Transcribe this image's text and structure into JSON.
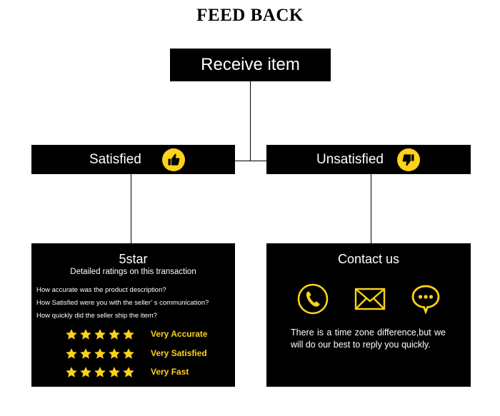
{
  "title": "FEED BACK",
  "root": {
    "label": "Receive item"
  },
  "satisfied": {
    "label": "Satisfied",
    "icon": "thumbs-up-icon"
  },
  "unsatisfied": {
    "label": "Unsatisfied",
    "icon": "thumbs-down-icon"
  },
  "rating_panel": {
    "title": "5star",
    "subtitle": "Detailed ratings on this transaction",
    "questions": [
      "How accurate was the product description?",
      "How Satisfied were you with the seller’ s communication?",
      "How quickly did the seller ship the item?"
    ],
    "ratings": [
      {
        "stars": 5,
        "label": "Very Accurate"
      },
      {
        "stars": 5,
        "label": "Very Satisfied"
      },
      {
        "stars": 5,
        "label": "Very Fast"
      }
    ]
  },
  "contact_panel": {
    "title": "Contact us",
    "icons": [
      "phone-icon",
      "mail-icon",
      "chat-icon"
    ],
    "message": "There is a time zone difference,but we will do our best to reply you quickly."
  },
  "colors": {
    "background": "#ffffff",
    "box": "#000000",
    "text_on_box": "#ffffff",
    "accent": "#ffd21a"
  }
}
